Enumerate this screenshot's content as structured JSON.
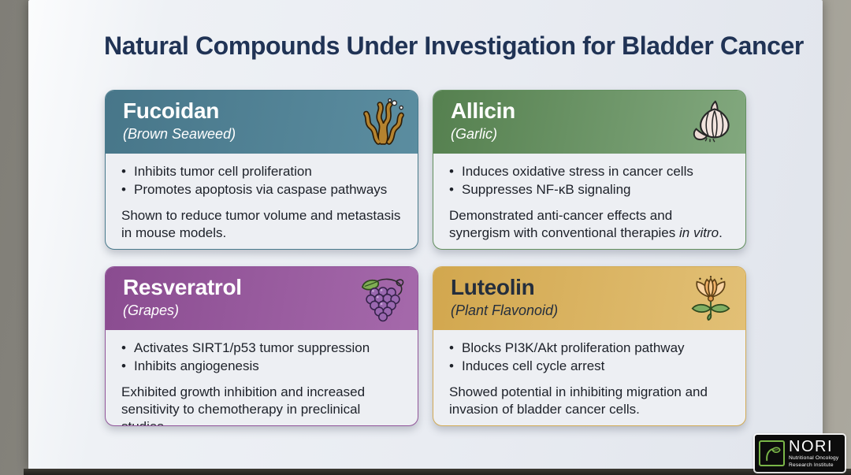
{
  "title": "Natural Compounds Under Investigation for Bladder Cancer",
  "ui": {
    "bullet_char": "•",
    "title_color": "#203355",
    "slide_background": "#e9ecf2",
    "wall_color": "#8f8d85"
  },
  "cards": [
    {
      "name": "Fucoidan",
      "source": "(Brown Seaweed)",
      "icon": "seaweed-icon",
      "theme": {
        "header_from": "#477689",
        "header_to": "#5b8da0",
        "border": "#497a8c",
        "title_color": "#ffffff"
      },
      "bullets": [
        "Inhibits tumor cell proliferation",
        "Promotes apoptosis via caspase pathways"
      ],
      "summary": "Shown to reduce tumor volume and metastasis in mouse models."
    },
    {
      "name": "Allicin",
      "source": "(Garlic)",
      "icon": "garlic-icon",
      "theme": {
        "header_from": "#55804f",
        "header_to": "#82a87e",
        "border": "#63905f",
        "title_color": "#ffffff"
      },
      "bullets": [
        "Induces oxidative stress in cancer cells",
        "Suppresses NF-κB signaling"
      ],
      "summary": "Demonstrated anti-cancer effects and synergism with conventional therapies ",
      "summary_em": "in vitro",
      "summary_end": "."
    },
    {
      "name": "Resveratrol",
      "source": "(Grapes)",
      "icon": "grapes-icon",
      "theme": {
        "header_from": "#8a4c90",
        "header_to": "#a569ab",
        "border": "#91559a",
        "title_color": "#ffffff"
      },
      "bullets": [
        "Activates SIRT1/p53 tumor suppression",
        "Inhibits angiogenesis"
      ],
      "summary": "Exhibited growth inhibition and increased sensitivity to chemotherapy in preclinical studies."
    },
    {
      "name": "Luteolin",
      "source": "(Plant Flavonoid)",
      "icon": "flower-icon",
      "theme": {
        "header_from": "#d2a74e",
        "header_to": "#e2c076",
        "border": "#d2ab56",
        "title_color": "#242e3d"
      },
      "bullets": [
        "Blocks PI3K/Akt proliferation pathway",
        "Induces cell cycle arrest"
      ],
      "summary": "Showed potential in inhibiting migration and invasion of bladder cancer cells."
    }
  ],
  "logo": {
    "acronym": "NORI",
    "line1": "Nutritional Oncology",
    "line2": "Research Institute",
    "leaf_color": "#7ab648",
    "background": "#0c0c0c"
  }
}
